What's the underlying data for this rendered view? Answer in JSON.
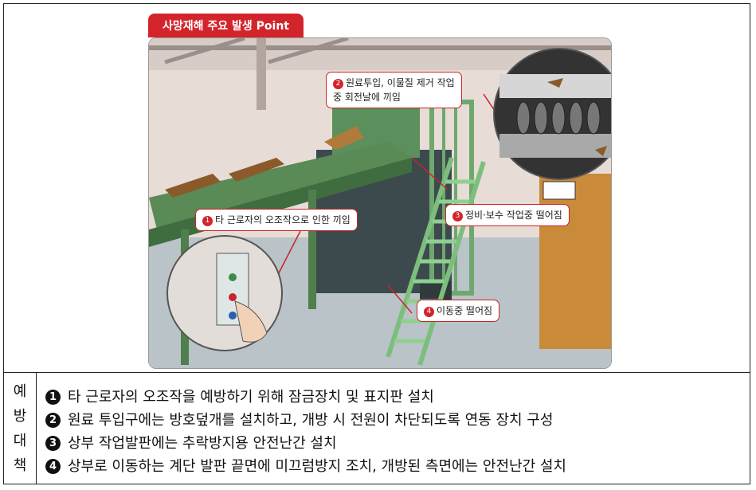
{
  "header": {
    "title": "사망재해 주요 발생 Point"
  },
  "callouts": [
    {
      "number": "1",
      "text": "타 근로자의 오조작으로 인한 끼임"
    },
    {
      "number": "2",
      "line1": "원료투입, 이물질 제거 작업",
      "line2": "중 회전날에 끼임"
    },
    {
      "number": "3",
      "text": "정비·보수 작업중 떨어짐"
    },
    {
      "number": "4",
      "text": "이동중 떨어짐"
    }
  ],
  "prevention": {
    "side_label": [
      "예",
      "방",
      "대",
      "책"
    ],
    "items": [
      {
        "number": "1",
        "text": "타 근로자의 오조작을 예방하기 위해 잠금장치 및 표지판 설치"
      },
      {
        "number": "2",
        "text": "원료 투입구에는 방호덮개를 설치하고, 개방 시 전원이 차단되도록 연동 장치 구성"
      },
      {
        "number": "3",
        "text": "상부 작업발판에는 추락방지용 안전난간 설치"
      },
      {
        "number": "4",
        "text": "상부로 이동하는 계단 발판 끝면에 미끄럼방지 조치, 개방된 측면에는 안전난간 설치"
      }
    ]
  }
}
